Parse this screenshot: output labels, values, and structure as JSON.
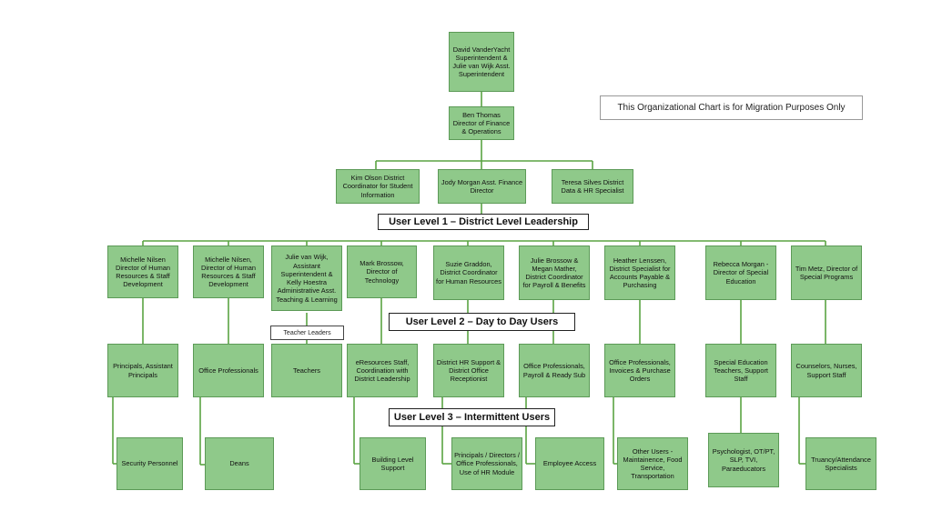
{
  "note": "This Organizational Chart is for Migration Purposes Only",
  "labels": {
    "level1": "User Level 1 – District Level Leadership",
    "level2": "User Level 2 – Day to Day Users",
    "level3": "User Level 3 – Intermittent Users",
    "teacher_leaders": "Teacher Leaders"
  },
  "boxes": {
    "superintendent": "David VanderYacht Superintendent & Julie van Wijk Asst. Superintendent",
    "finance": "Ben Thomas Director of Finance & Operations",
    "kim": "Kim Olson District Coordinator for Student Information",
    "jody": "Jody Morgan Asst. Finance Director",
    "teresa": "Teresa Silves District Data & HR Specialist",
    "michelle1": "Michelle Nilsen Director of Human Resources & Staff Development",
    "michelle2": "Michelle Nilsen, Director of Human Resources & Staff Development",
    "julie_kelly": "Julie van Wijk, Assistant Superintendent & Kelly Hoestra Administrative Asst. Teaching & Learning",
    "mark": "Mark Brossow, Director of Technology",
    "suzie": "Suzie Graddon, District Coordinator for Human Resources",
    "julieb": "Julie Brossow & Megan Mather, District Coordinator for Payroll & Benefits",
    "heather": "Heather Lenssen, District Specialist for Accounts Payable & Purchasing",
    "rebecca": "Rebecca Morgan - Director of Special Education",
    "tim": "Tim Metz, Director of Special Programs",
    "principals": "Principals, Assistant Principals",
    "office1": "Office Professionals",
    "teachers": "Teachers",
    "eresources": "eResources Staff, Coordination with District Leadership",
    "hrsupport": "District HR Support & District Office Receptionist",
    "office2": "Office Professionals, Payroll & Ready Sub",
    "office3": "Office Professionals, Invoices & Purchase Orders",
    "spedteachers": "Special Education Teachers, Support Staff",
    "counselors": "Counselors, Nurses, Support Staff",
    "security": "Security Personnel",
    "deans": "Deans",
    "building": "Building Level Support",
    "principals_hr": "Principals / Directors / Office Professionals, Use of HR Module",
    "employee": "Employee Access",
    "otherusers": "Other Users - Maintainence, Food Service, Transportation",
    "psych": "Psychologist, OT/PT, SLP, TVI, Paraeducators",
    "truancy": "Truancy/Attendance Specialists"
  }
}
